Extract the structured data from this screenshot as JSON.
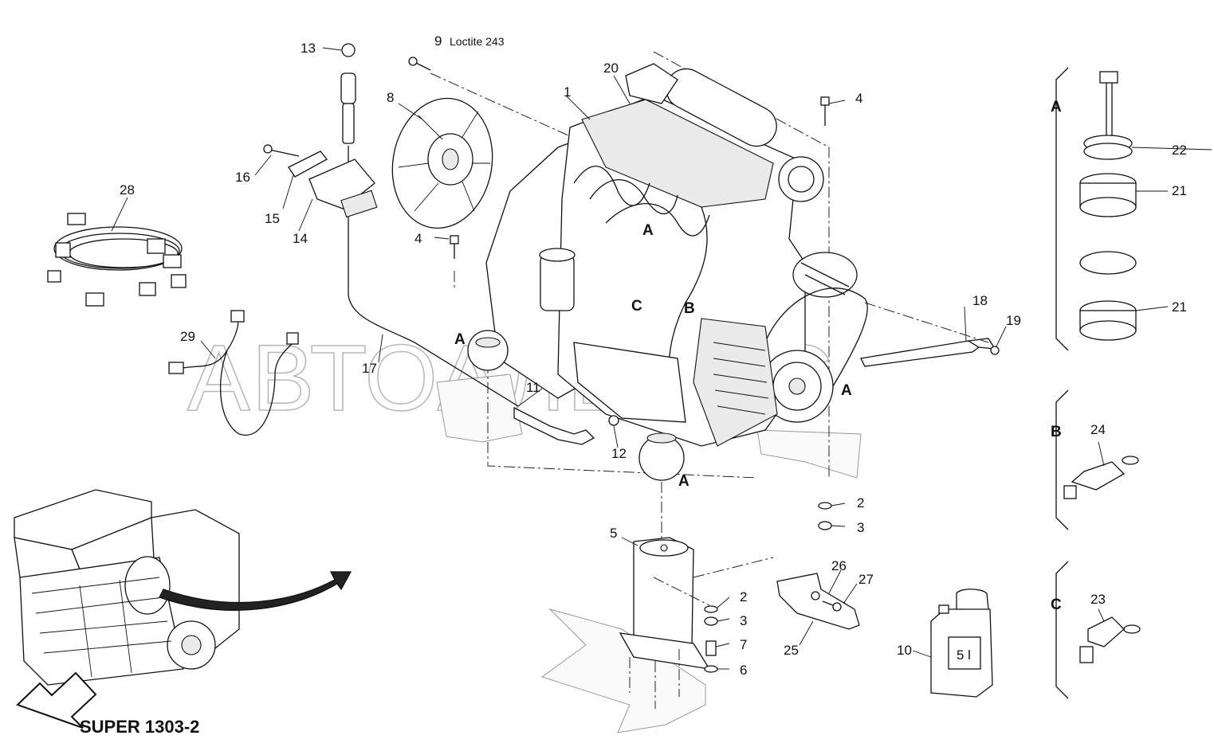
{
  "callouts": {
    "p1": "1",
    "p2a": "2",
    "p2b": "2",
    "p3a": "3",
    "p3b": "3",
    "p4a": "4",
    "p4b": "4",
    "p5": "5",
    "p6": "6",
    "p7": "7",
    "p8": "8",
    "p9": "9",
    "p9_note": "Loctite 243",
    "p10": "10",
    "p11": "11",
    "p12": "12",
    "p13": "13",
    "p14": "14",
    "p15": "15",
    "p16": "16",
    "p17": "17",
    "p18": "18",
    "p19": "19",
    "p20": "20",
    "p21a": "21",
    "p21b": "21",
    "p22": "22",
    "p23": "23",
    "p24": "24",
    "p25": "25",
    "p26": "26",
    "p27": "27",
    "p28": "28",
    "p29": "29"
  },
  "section_letters": {
    "a_1": "A",
    "a_2": "A",
    "a_3": "A",
    "a_4": "A",
    "a_5": "A",
    "b_1": "B",
    "b_2": "B",
    "c_1": "C",
    "c_2": "C"
  },
  "canister_label": "5 l",
  "model_label": "SUPER 1303-2",
  "watermark": "АВТОАЛЬЯНС",
  "icons": [
    "engine-drawing",
    "flywheel-icon",
    "cable-harness-icon",
    "oil-canister-icon",
    "sensor-icon",
    "engine-mount-icon",
    "paver-machine-icon",
    "arrow-icon"
  ]
}
